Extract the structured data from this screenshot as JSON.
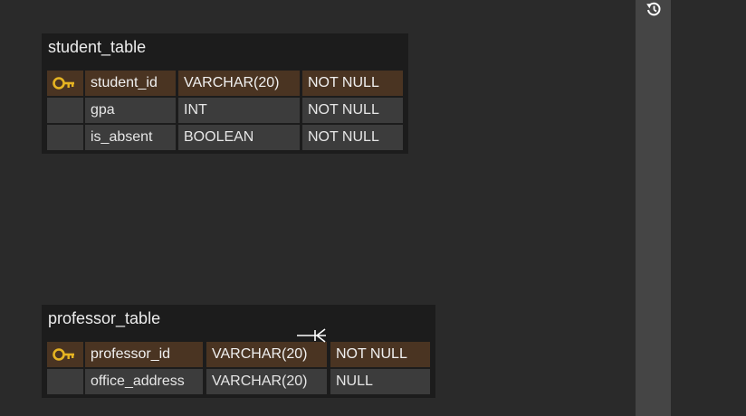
{
  "icons": {
    "history": "history-icon",
    "primary_key": "key-icon",
    "relationship_end": "crows-foot-icon"
  },
  "colors": {
    "canvas": "#2a2a2a",
    "table_bg": "#1c1c1c",
    "cell_bg": "#3c3c3c",
    "primary_key_bg": "#4a3422",
    "key_icon": "#e6b422",
    "scroll_track": "#454545"
  },
  "tables": [
    {
      "name": "student_table",
      "rows": [
        {
          "primary_key": true,
          "column": "student_id",
          "type": "VARCHAR(20)",
          "constraint": "NOT NULL"
        },
        {
          "primary_key": false,
          "column": "gpa",
          "type": "INT",
          "constraint": "NOT NULL"
        },
        {
          "primary_key": false,
          "column": "is_absent",
          "type": "BOOLEAN",
          "constraint": "NOT NULL"
        }
      ]
    },
    {
      "name": "professor_table",
      "rows": [
        {
          "primary_key": true,
          "column": "professor_id",
          "type": "VARCHAR(20)",
          "constraint": "NOT NULL"
        },
        {
          "primary_key": false,
          "column": "office_address",
          "type": "VARCHAR(20)",
          "constraint": "NULL"
        }
      ]
    }
  ]
}
